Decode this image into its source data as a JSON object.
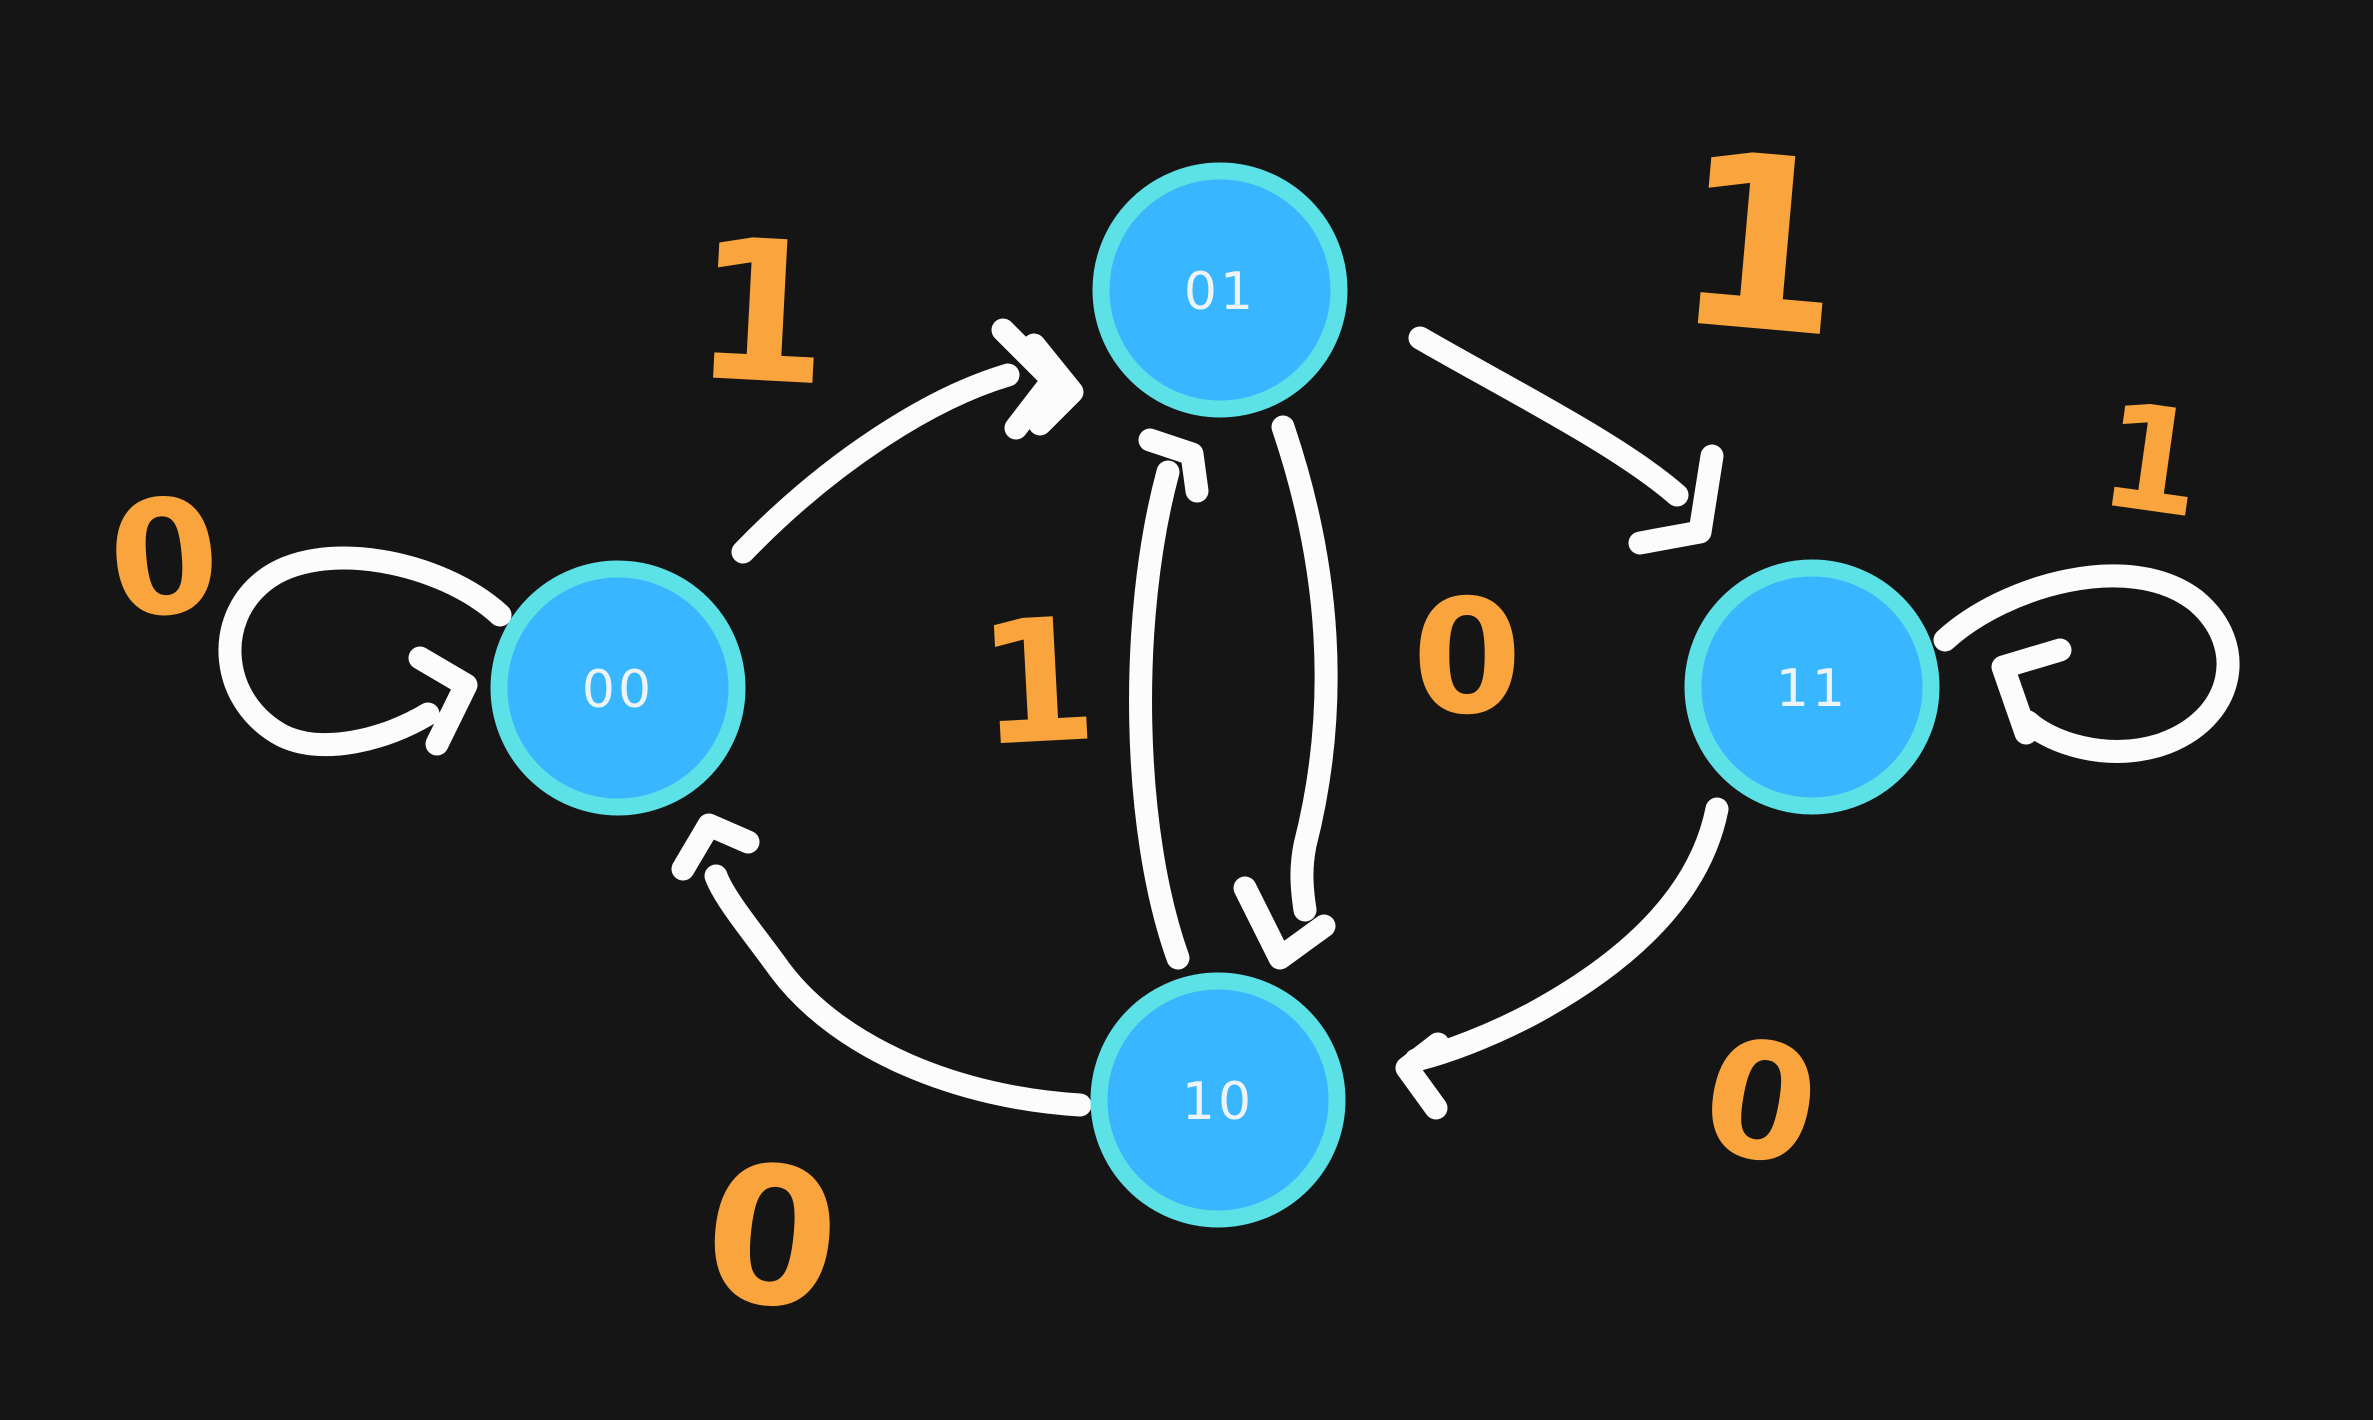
{
  "diagram": {
    "type": "finite-state-machine",
    "colors": {
      "background": "#151515",
      "node_fill": "#38b6ff",
      "node_ring": "#5ce1e6",
      "node_label": "#eef3f6",
      "arrow": "#fcfcfc",
      "edge_label": "#f9a43c"
    },
    "states": [
      {
        "id": "00",
        "label": "00"
      },
      {
        "id": "01",
        "label": "01"
      },
      {
        "id": "10",
        "label": "10"
      },
      {
        "id": "11",
        "label": "11"
      }
    ],
    "transitions": [
      {
        "from": "00",
        "to": "00",
        "symbol": "0"
      },
      {
        "from": "00",
        "to": "01",
        "symbol": "1"
      },
      {
        "from": "01",
        "to": "11",
        "symbol": "1"
      },
      {
        "from": "01",
        "to": "10",
        "symbol": "0"
      },
      {
        "from": "10",
        "to": "01",
        "symbol": "1"
      },
      {
        "from": "10",
        "to": "00",
        "symbol": "0"
      },
      {
        "from": "11",
        "to": "11",
        "symbol": "1"
      },
      {
        "from": "11",
        "to": "10",
        "symbol": "0"
      }
    ]
  }
}
